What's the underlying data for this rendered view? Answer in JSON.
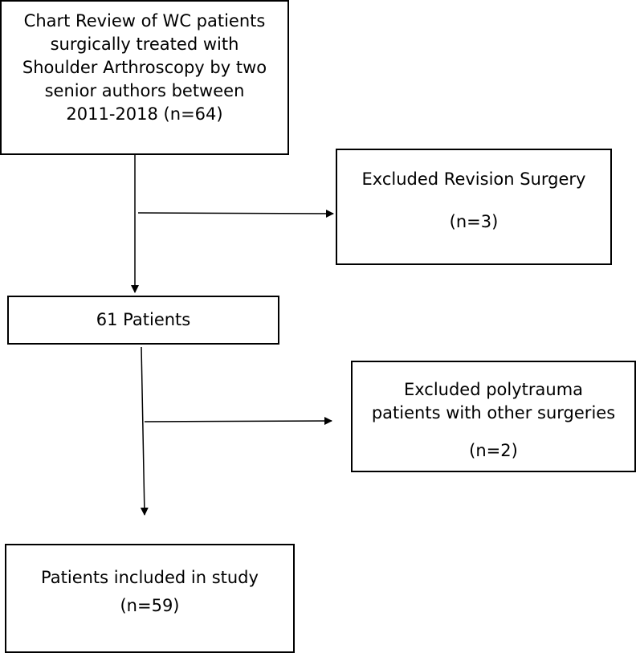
{
  "flowchart": {
    "boxes": {
      "review": {
        "lines": [
          "Chart Review of WC patients",
          "surgically treated with",
          "Shoulder Arthroscopy by two",
          "senior authors between",
          "2011-2018 (n=64)"
        ]
      },
      "excluded_revision": {
        "title": "Excluded Revision Surgery",
        "count": "(n=3)"
      },
      "patients_61": {
        "label": "61 Patients"
      },
      "excluded_polytrauma": {
        "lines": [
          "Excluded polytrauma",
          "patients with other surgeries"
        ],
        "count": "(n=2)"
      },
      "included": {
        "title": "Patients included in study",
        "count": "(n=59)"
      }
    }
  }
}
